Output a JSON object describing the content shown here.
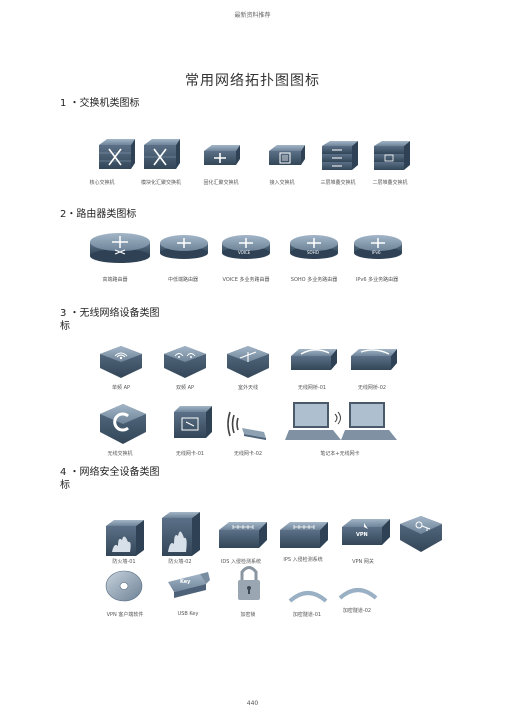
{
  "header": "最新资料推荐",
  "title": "常用网络拓扑图图标",
  "sections": [
    {
      "heading": "1 ・交换机类图标",
      "labels": [
        "核心交换机",
        "模块化汇聚交换机",
        "固化汇聚交换机",
        "接入交换机",
        "三层堆叠交换机",
        "二层堆叠交换机"
      ]
    },
    {
      "heading": "2・路由器类图标",
      "labels": [
        "高端路由器",
        "中低端路由器",
        "VOICE 多业务路由器",
        "SOHO 多业务路由器",
        "IPv6 多业务路由器"
      ],
      "icon_text": [
        "",
        "",
        "VOICE",
        "SOHO",
        "IPv6"
      ]
    },
    {
      "heading_line1": "3 ・无线网络设备类图",
      "heading_line2": "标",
      "labels_row1": [
        "单频 AP",
        "双频 AP",
        "室外天线",
        "无线网桥-01",
        "无线网桥-02"
      ],
      "labels_row2": [
        "无线交换机",
        "无线网卡-01",
        "无线网卡-02",
        "笔记本+无线网卡"
      ]
    },
    {
      "heading_line1": "4 ・网络安全设备类图",
      "heading_line2": "标",
      "labels_row1": [
        "防火墙-01",
        "防火墙-02",
        "IDS 入侵检测系统",
        "IPS 入侵检测系统",
        "VPN 网关"
      ],
      "labels_row2": [
        "VPN 客户端软件",
        "USB Key",
        "加密锁",
        "加密隧道-01",
        "加密隧道-02"
      ],
      "icon_text": [
        "VPN",
        "Key"
      ]
    }
  ],
  "page_number": "440",
  "colors": {
    "icon_top": "#8a9fb4",
    "icon_side": "#4d6278",
    "icon_dark": "#2f4255",
    "text": "#333333"
  }
}
